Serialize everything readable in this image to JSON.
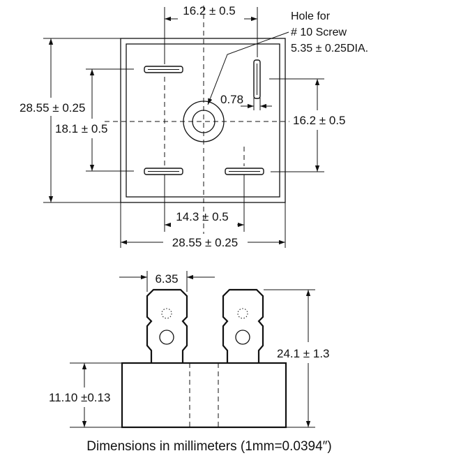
{
  "top_view": {
    "dim_top_spacing": "16.2 ± 0.5",
    "hole_note_line1": "Hole for",
    "hole_note_line2": "# 10 Screw",
    "hole_note_line3": "5.35 ± 0.25DIA.",
    "dim_terminal_width": "0.78",
    "dim_right_spacing": "16.2 ± 0.5",
    "dim_left_overall": "28.55 ± 0.25",
    "dim_left_spacing": "18.1 ± 0.5",
    "dim_bottom_spacing": "14.3 ± 0.5",
    "dim_bottom_overall": "28.55 ± 0.25"
  },
  "side_view": {
    "dim_terminal_width": "6.35",
    "dim_total_height": "24.1 ± 1.3",
    "dim_body_height": "11.10 ±0.13"
  },
  "caption": "Dimensions in millimeters (1mm=0.0394″)"
}
